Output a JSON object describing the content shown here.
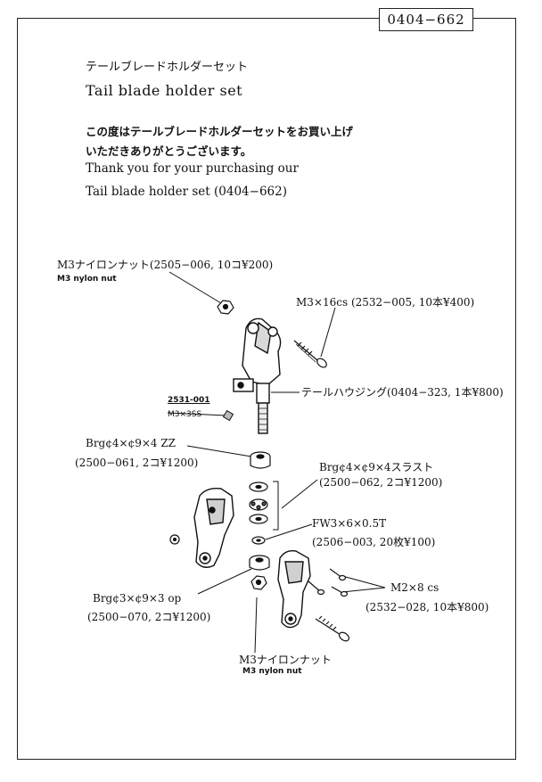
{
  "part_number": "0404−662",
  "title_jp": "テールブレードホルダーセット",
  "title_en": "Tail blade holder set",
  "message_jp_1": "この度はテールブレードホルダーセットをお買い上げ",
  "message_jp_2": "いただきありがとうございます。",
  "message_en_1": "Thank you for your purchasing our",
  "message_en_2": "Tail blade holder set (0404−662)",
  "parts": {
    "nut_top": "M3ナイロンナット(2505−006, 10コ¥200)",
    "nut_top_sub": "M3 nylon nut",
    "screw_m3x16": "M3×16cs (2532−005, 10本¥400)",
    "housing": "テールハウジング(0404−323, 1本¥800)",
    "setscrew_code": "2531-001",
    "setscrew_size": "M3×3SS",
    "brg_zz_1": "Brg¢4×¢9×4 ZZ",
    "brg_zz_2": "(2500−061, 2コ¥1200)",
    "brg_thrust_1": "Brg¢4×¢9×4スラスト",
    "brg_thrust_2": "(2500−062, 2コ¥1200)",
    "washer_1": "FW3×6×0.5T",
    "washer_2": "(2506−003, 20枚¥100)",
    "screw_m2_1": "M2×8 cs",
    "screw_m2_2": "(2532−028, 10本¥800)",
    "brg_op_1": "Brg¢3×¢9×3 op",
    "brg_op_2": "(2500−070, 2コ¥1200)",
    "nut_bottom": "M3ナイロンナット",
    "nut_bottom_sub": "M3 nylon nut"
  }
}
